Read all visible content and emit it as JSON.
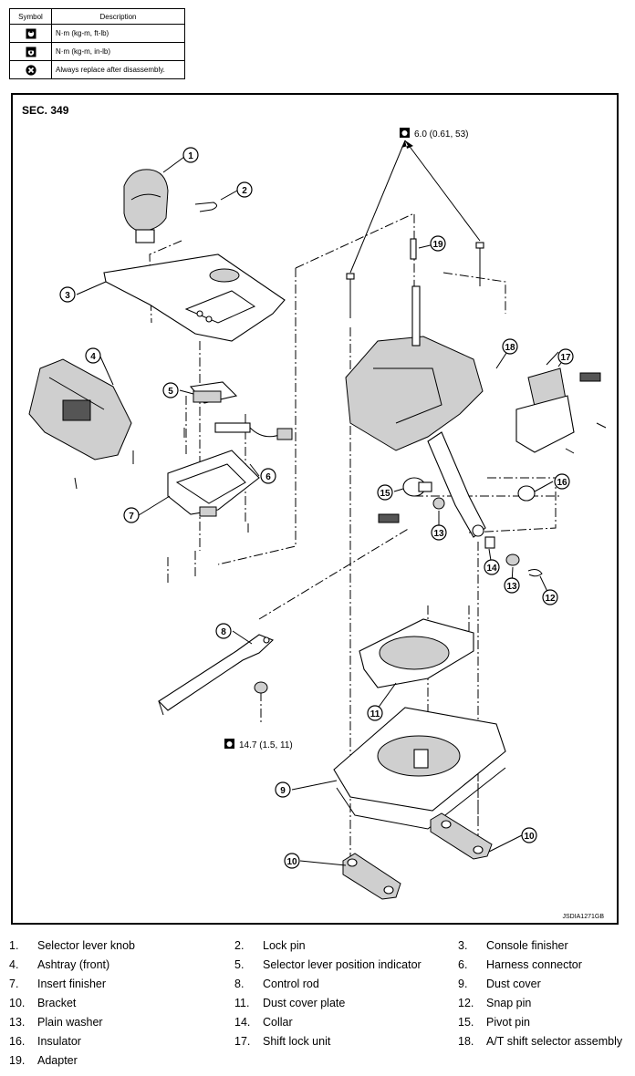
{
  "legend": {
    "header_symbol": "Symbol",
    "header_description": "Description",
    "rows": [
      {
        "icon": "torque-wrench-nm-icon",
        "description": "N·m (kg-m, ft-lb)"
      },
      {
        "icon": "torque-wrench-inlb-icon",
        "description": "N·m (kg-m, in-lb)"
      },
      {
        "icon": "always-replace-icon",
        "description": "Always replace after disassembly."
      }
    ]
  },
  "diagram": {
    "section_label": "SEC. 349",
    "code": "JSDIA1271GB",
    "torque_top": "6.0 (0.61, 53)",
    "torque_bottom": "14.7 (1.5, 11)",
    "callouts": [
      "1",
      "2",
      "3",
      "4",
      "5",
      "6",
      "7",
      "8",
      "9",
      "10",
      "10",
      "11",
      "12",
      "13",
      "13",
      "14",
      "15",
      "16",
      "17",
      "18",
      "19"
    ]
  },
  "parts": [
    {
      "num": "1.",
      "name": "Selector lever knob"
    },
    {
      "num": "2.",
      "name": "Lock pin"
    },
    {
      "num": "3.",
      "name": "Console finisher"
    },
    {
      "num": "4.",
      "name": "Ashtray (front)"
    },
    {
      "num": "5.",
      "name": "Selector lever position indicator"
    },
    {
      "num": "6.",
      "name": "Harness connector"
    },
    {
      "num": "7.",
      "name": "Insert finisher"
    },
    {
      "num": "8.",
      "name": "Control rod"
    },
    {
      "num": "9.",
      "name": "Dust cover"
    },
    {
      "num": "10.",
      "name": "Bracket"
    },
    {
      "num": "11.",
      "name": "Dust cover plate"
    },
    {
      "num": "12.",
      "name": "Snap pin"
    },
    {
      "num": "13.",
      "name": "Plain washer"
    },
    {
      "num": "14.",
      "name": "Collar"
    },
    {
      "num": "15.",
      "name": "Pivot pin"
    },
    {
      "num": "16.",
      "name": "Insulator"
    },
    {
      "num": "17.",
      "name": "Shift lock unit"
    },
    {
      "num": "18.",
      "name": "A/T shift selector assembly"
    },
    {
      "num": "19.",
      "name": "Adapter"
    }
  ]
}
